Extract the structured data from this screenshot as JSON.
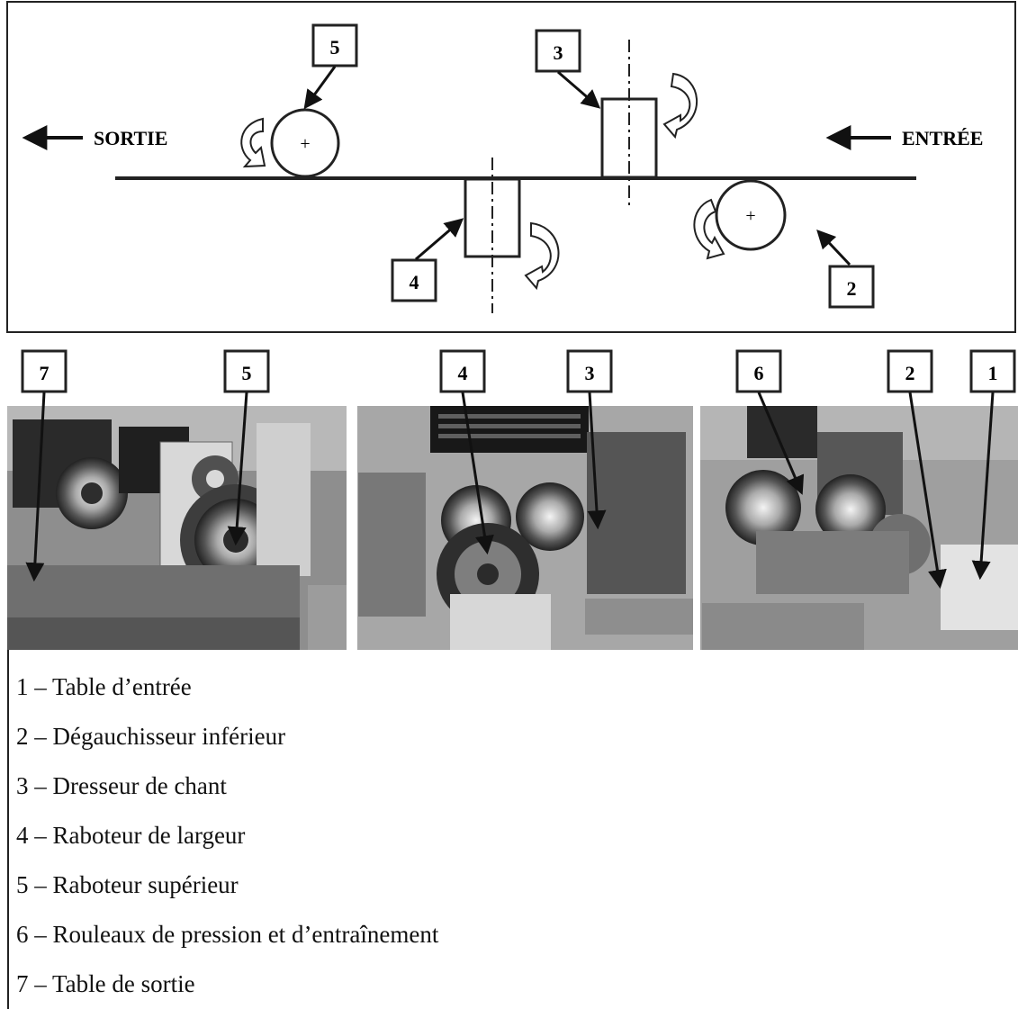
{
  "diagram": {
    "left_label": "SORTIE",
    "right_label": "ENTRÉE",
    "markers": [
      "5",
      "3",
      "4",
      "2"
    ]
  },
  "photos": {
    "labels": [
      "7",
      "5",
      "4",
      "3",
      "6",
      "2",
      "1"
    ]
  },
  "legend": {
    "items": [
      "1 – Table d’entrée",
      "2 – Dégauchisseur inférieur",
      "3 – Dresseur de chant",
      "4 – Raboteur de largeur",
      "5 – Raboteur supérieur",
      "6 – Rouleaux de pression et d’entraînement",
      "7 – Table de sortie"
    ]
  }
}
